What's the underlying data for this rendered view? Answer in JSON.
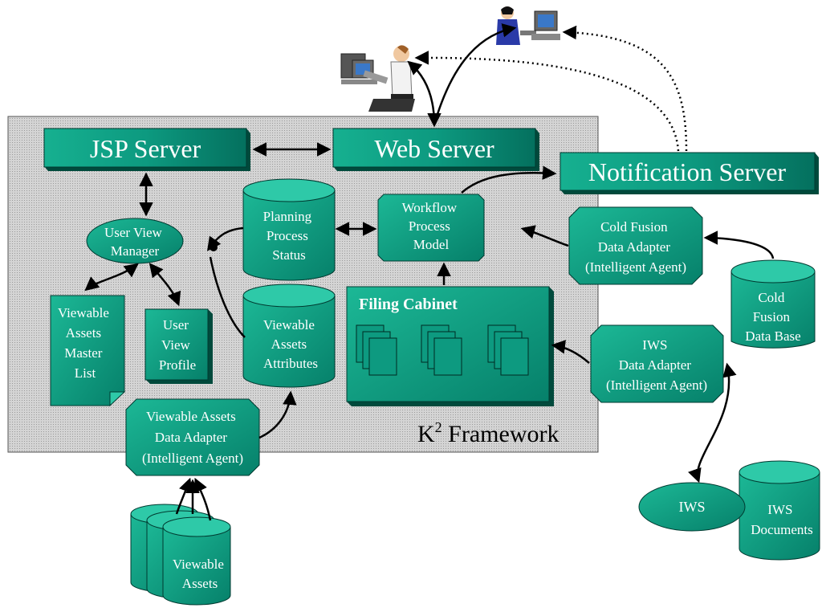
{
  "boxes": {
    "jsp_server": "JSP Server",
    "web_server": "Web Server",
    "notification_server": "Notification Server",
    "workflow": [
      "Workflow",
      "Process",
      "Model"
    ],
    "cold_fusion_adapter": [
      "Cold Fusion",
      "Data Adapter",
      "(Intelligent Agent)"
    ],
    "iws_adapter": [
      "IWS",
      "Data Adapter",
      "(Intelligent Agent)"
    ],
    "va_adapter": [
      "Viewable Assets",
      "Data Adapter",
      "(Intelligent Agent)"
    ],
    "user_view_profile": [
      "User",
      "View",
      "Profile"
    ],
    "filing_cabinet": "Filing Cabinet"
  },
  "cylinders": {
    "planning": [
      "Planning",
      "Process",
      "Status"
    ],
    "va_attributes": [
      "Viewable",
      "Assets",
      "Attributes"
    ],
    "cold_fusion_db": [
      "Cold",
      "Fusion",
      "Data Base"
    ],
    "iws_documents": [
      "IWS",
      "Documents"
    ],
    "viewable_assets": [
      "Viewable",
      "Assets"
    ]
  },
  "ellipses": {
    "user_view_manager": [
      "User View",
      "Manager"
    ],
    "iws": "IWS"
  },
  "document": {
    "va_master_list": [
      "Viewable",
      "Assets",
      "Master",
      "List"
    ]
  },
  "framework": {
    "base": "K",
    "superscript": "2",
    "suffix": " Framework"
  },
  "colors": {
    "box_fill": "#0b9a82",
    "box_dark": "#005a4a",
    "box_light": "#2ec9a8",
    "frame_fill": "#c8c8c8",
    "arrow": "#000000"
  }
}
